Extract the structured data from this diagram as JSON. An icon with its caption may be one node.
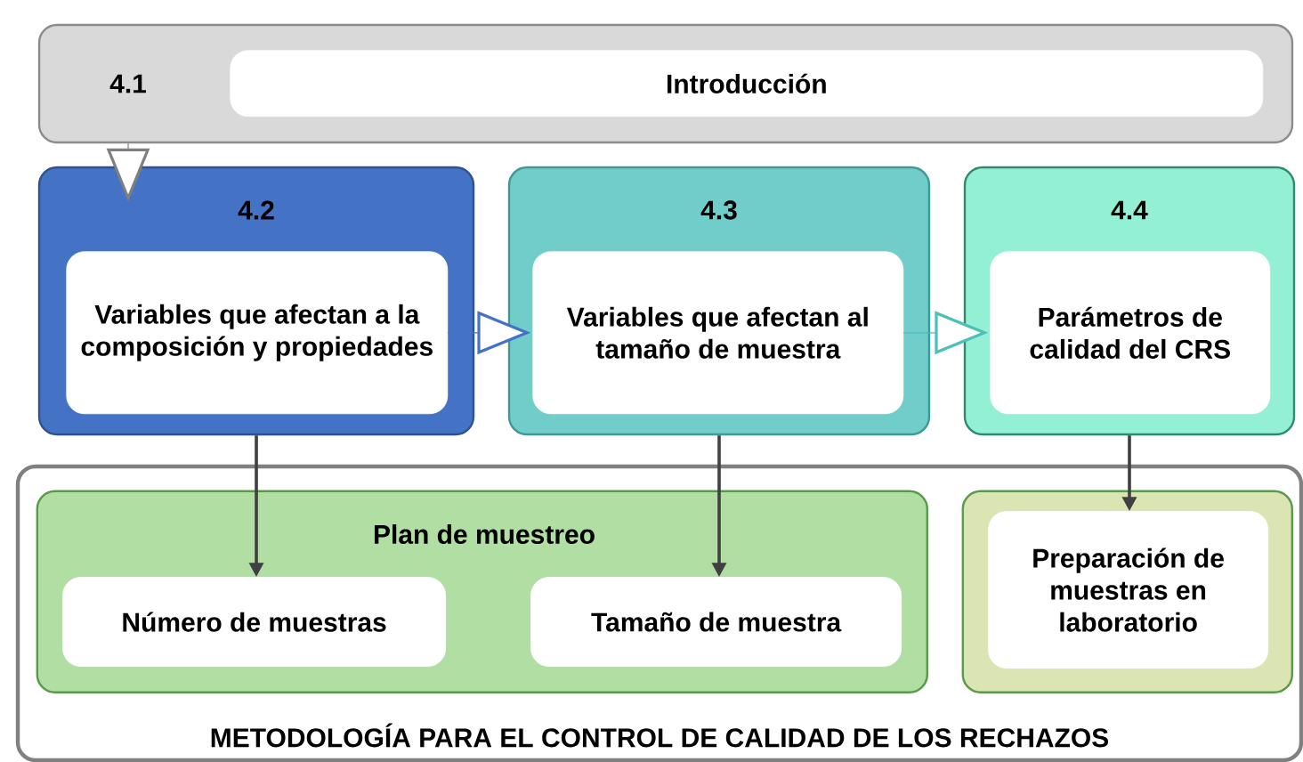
{
  "diagram": {
    "nodes": [
      {
        "text": [
          "4.1"
        ]
      },
      {
        "text": [
          "Introducción"
        ],
        "in": 0
      },
      {
        "text": [
          "4.2"
        ]
      },
      {
        "text": [
          "Variables que afectan a la composición y propiedades"
        ],
        "in": 2
      },
      {
        "text": [
          "4.3"
        ]
      },
      {
        "text": [
          "Variables que afectan al tamaño de muestra"
        ],
        "in": 4
      },
      {
        "text": [
          "4.4"
        ]
      },
      {
        "text": [
          "Parámetros de calidad del CRS"
        ],
        "in": 6
      },
      {
        "text": [
          "METODOLOGÍA PARA EL CONTROL DE CALIDAD DE LOS RECHAZOS"
        ]
      },
      {
        "text": [
          "Plan de muestreo"
        ],
        "in": 8
      },
      {
        "text": [
          "Número de muestras"
        ],
        "in": 9
      },
      {
        "text": [
          "Tamaño de muestra"
        ],
        "in": 9
      },
      {
        "text": [],
        "shape": "box",
        "in": 8
      },
      {
        "text": [
          "Preparación de muestras en laboratorio"
        ],
        "in": 12
      }
    ],
    "edges": [
      {
        "from": 0,
        "to": 2,
        "arrow": "to",
        "color": "#7f7f7f"
      },
      {
        "from": 3,
        "to": 5,
        "arrow": "to",
        "color": "#4472c4"
      },
      {
        "from": 5,
        "to": 7,
        "arrow": "to",
        "color": "#4bc0b8"
      },
      {
        "from": 2,
        "to": 10,
        "arrow": "to"
      },
      {
        "from": 4,
        "to": 11,
        "arrow": "to"
      },
      {
        "from": 6,
        "to": 13,
        "arrow": "to"
      }
    ]
  }
}
